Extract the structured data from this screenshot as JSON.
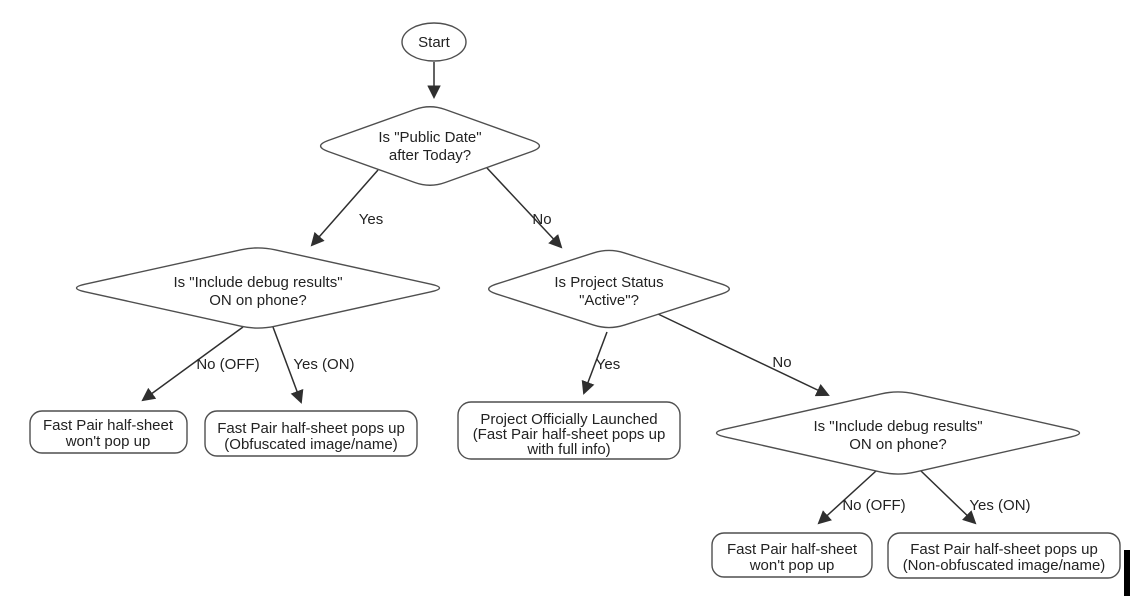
{
  "colors": {
    "background": "#ffffff",
    "shape_stroke": "#4f4f4f",
    "edge_stroke": "#2f2f2f",
    "text": "#222222",
    "node_fill": "#ffffff",
    "cursor_bar": "#000000"
  },
  "flowchart": {
    "start": {
      "label": "Start"
    },
    "decisions": {
      "public_date": {
        "line1": "Is \"Public Date\"",
        "line2": "after Today?"
      },
      "debug_left": {
        "line1": "Is \"Include debug results\"",
        "line2": "ON on phone?"
      },
      "status": {
        "line1": "Is Project Status",
        "line2": "\"Active\"?"
      },
      "debug_right": {
        "line1": "Is \"Include debug results\"",
        "line2": "ON on phone?"
      }
    },
    "outcomes": {
      "left_no": {
        "line1": "Fast Pair half-sheet",
        "line2": "won't pop up"
      },
      "left_yes": {
        "line1": "Fast Pair half-sheet pops up",
        "line2": "(Obfuscated image/name)"
      },
      "status_yes": {
        "line1": "Project Officially Launched",
        "line2": "(Fast Pair half-sheet pops up",
        "line3": "with full info)"
      },
      "right_no": {
        "line1": "Fast Pair half-sheet",
        "line2": "won't pop up"
      },
      "right_yes": {
        "line1": "Fast Pair half-sheet pops up",
        "line2": "(Non-obfuscated image/name)"
      }
    },
    "edge_labels": {
      "public_date_yes": "Yes",
      "public_date_no": "No",
      "debug_left_no": "No (OFF)",
      "debug_left_yes": "Yes (ON)",
      "status_yes": "Yes",
      "status_no": "No",
      "debug_right_no": "No (OFF)",
      "debug_right_yes": "Yes (ON)"
    }
  }
}
